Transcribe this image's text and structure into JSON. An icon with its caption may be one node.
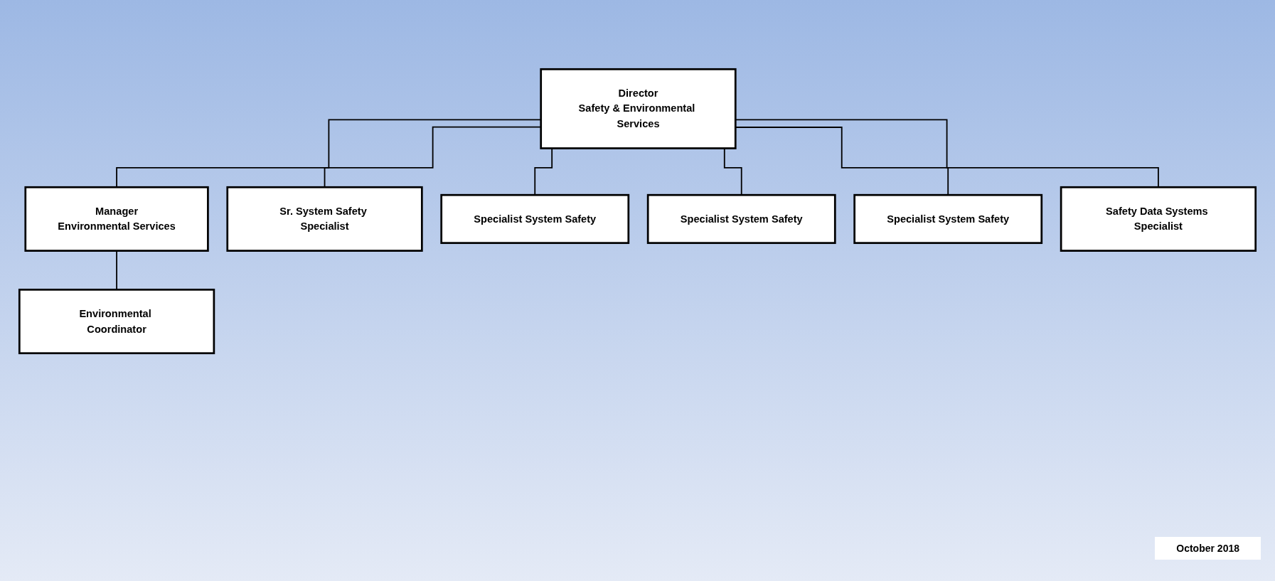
{
  "diagram": {
    "nodes": [
      {
        "text": [
          "Director",
          "Safety & Environmental Services"
        ]
      },
      {
        "text": [
          "Manager",
          "Environmental Services"
        ]
      },
      {
        "text": [
          "Sr. System Safety Specialist"
        ]
      },
      {
        "text": [
          "Specialist System Safety"
        ]
      },
      {
        "text": [
          "Specialist System Safety"
        ]
      },
      {
        "text": [
          "Specialist System Safety"
        ]
      },
      {
        "text": [
          "Safety Data Systems Specialist"
        ]
      },
      {
        "text": [
          "Environmental Coordinator"
        ]
      }
    ],
    "edges": [
      {
        "from": 0,
        "to": 1,
        "arrow": "none"
      },
      {
        "from": 0,
        "to": 2,
        "arrow": "none"
      },
      {
        "from": 0,
        "to": 3,
        "arrow": "none"
      },
      {
        "from": 0,
        "to": 4,
        "arrow": "none"
      },
      {
        "from": 0,
        "to": 5,
        "arrow": "none"
      },
      {
        "from": 0,
        "to": 6,
        "arrow": "none"
      },
      {
        "from": 1,
        "to": 7,
        "arrow": "none"
      }
    ],
    "labels": [
      "October 2018"
    ]
  }
}
